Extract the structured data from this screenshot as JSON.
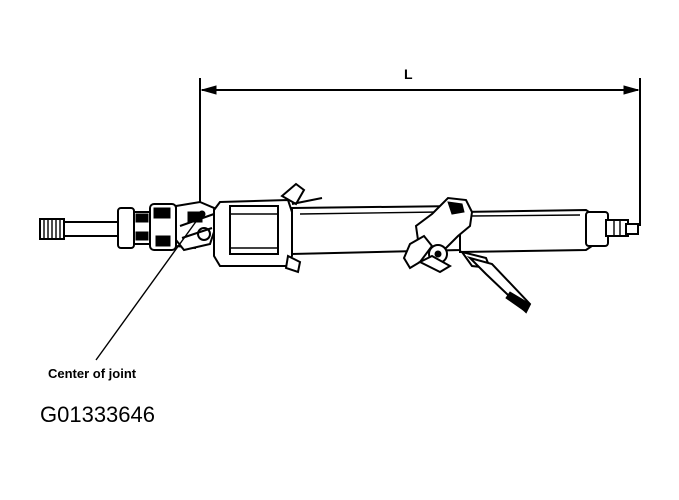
{
  "diagram": {
    "dimension_label": "L",
    "callout_label": "Center of joint",
    "figure_code": "G01333646"
  },
  "colors": {
    "ink": "#000000",
    "background": "#ffffff"
  }
}
